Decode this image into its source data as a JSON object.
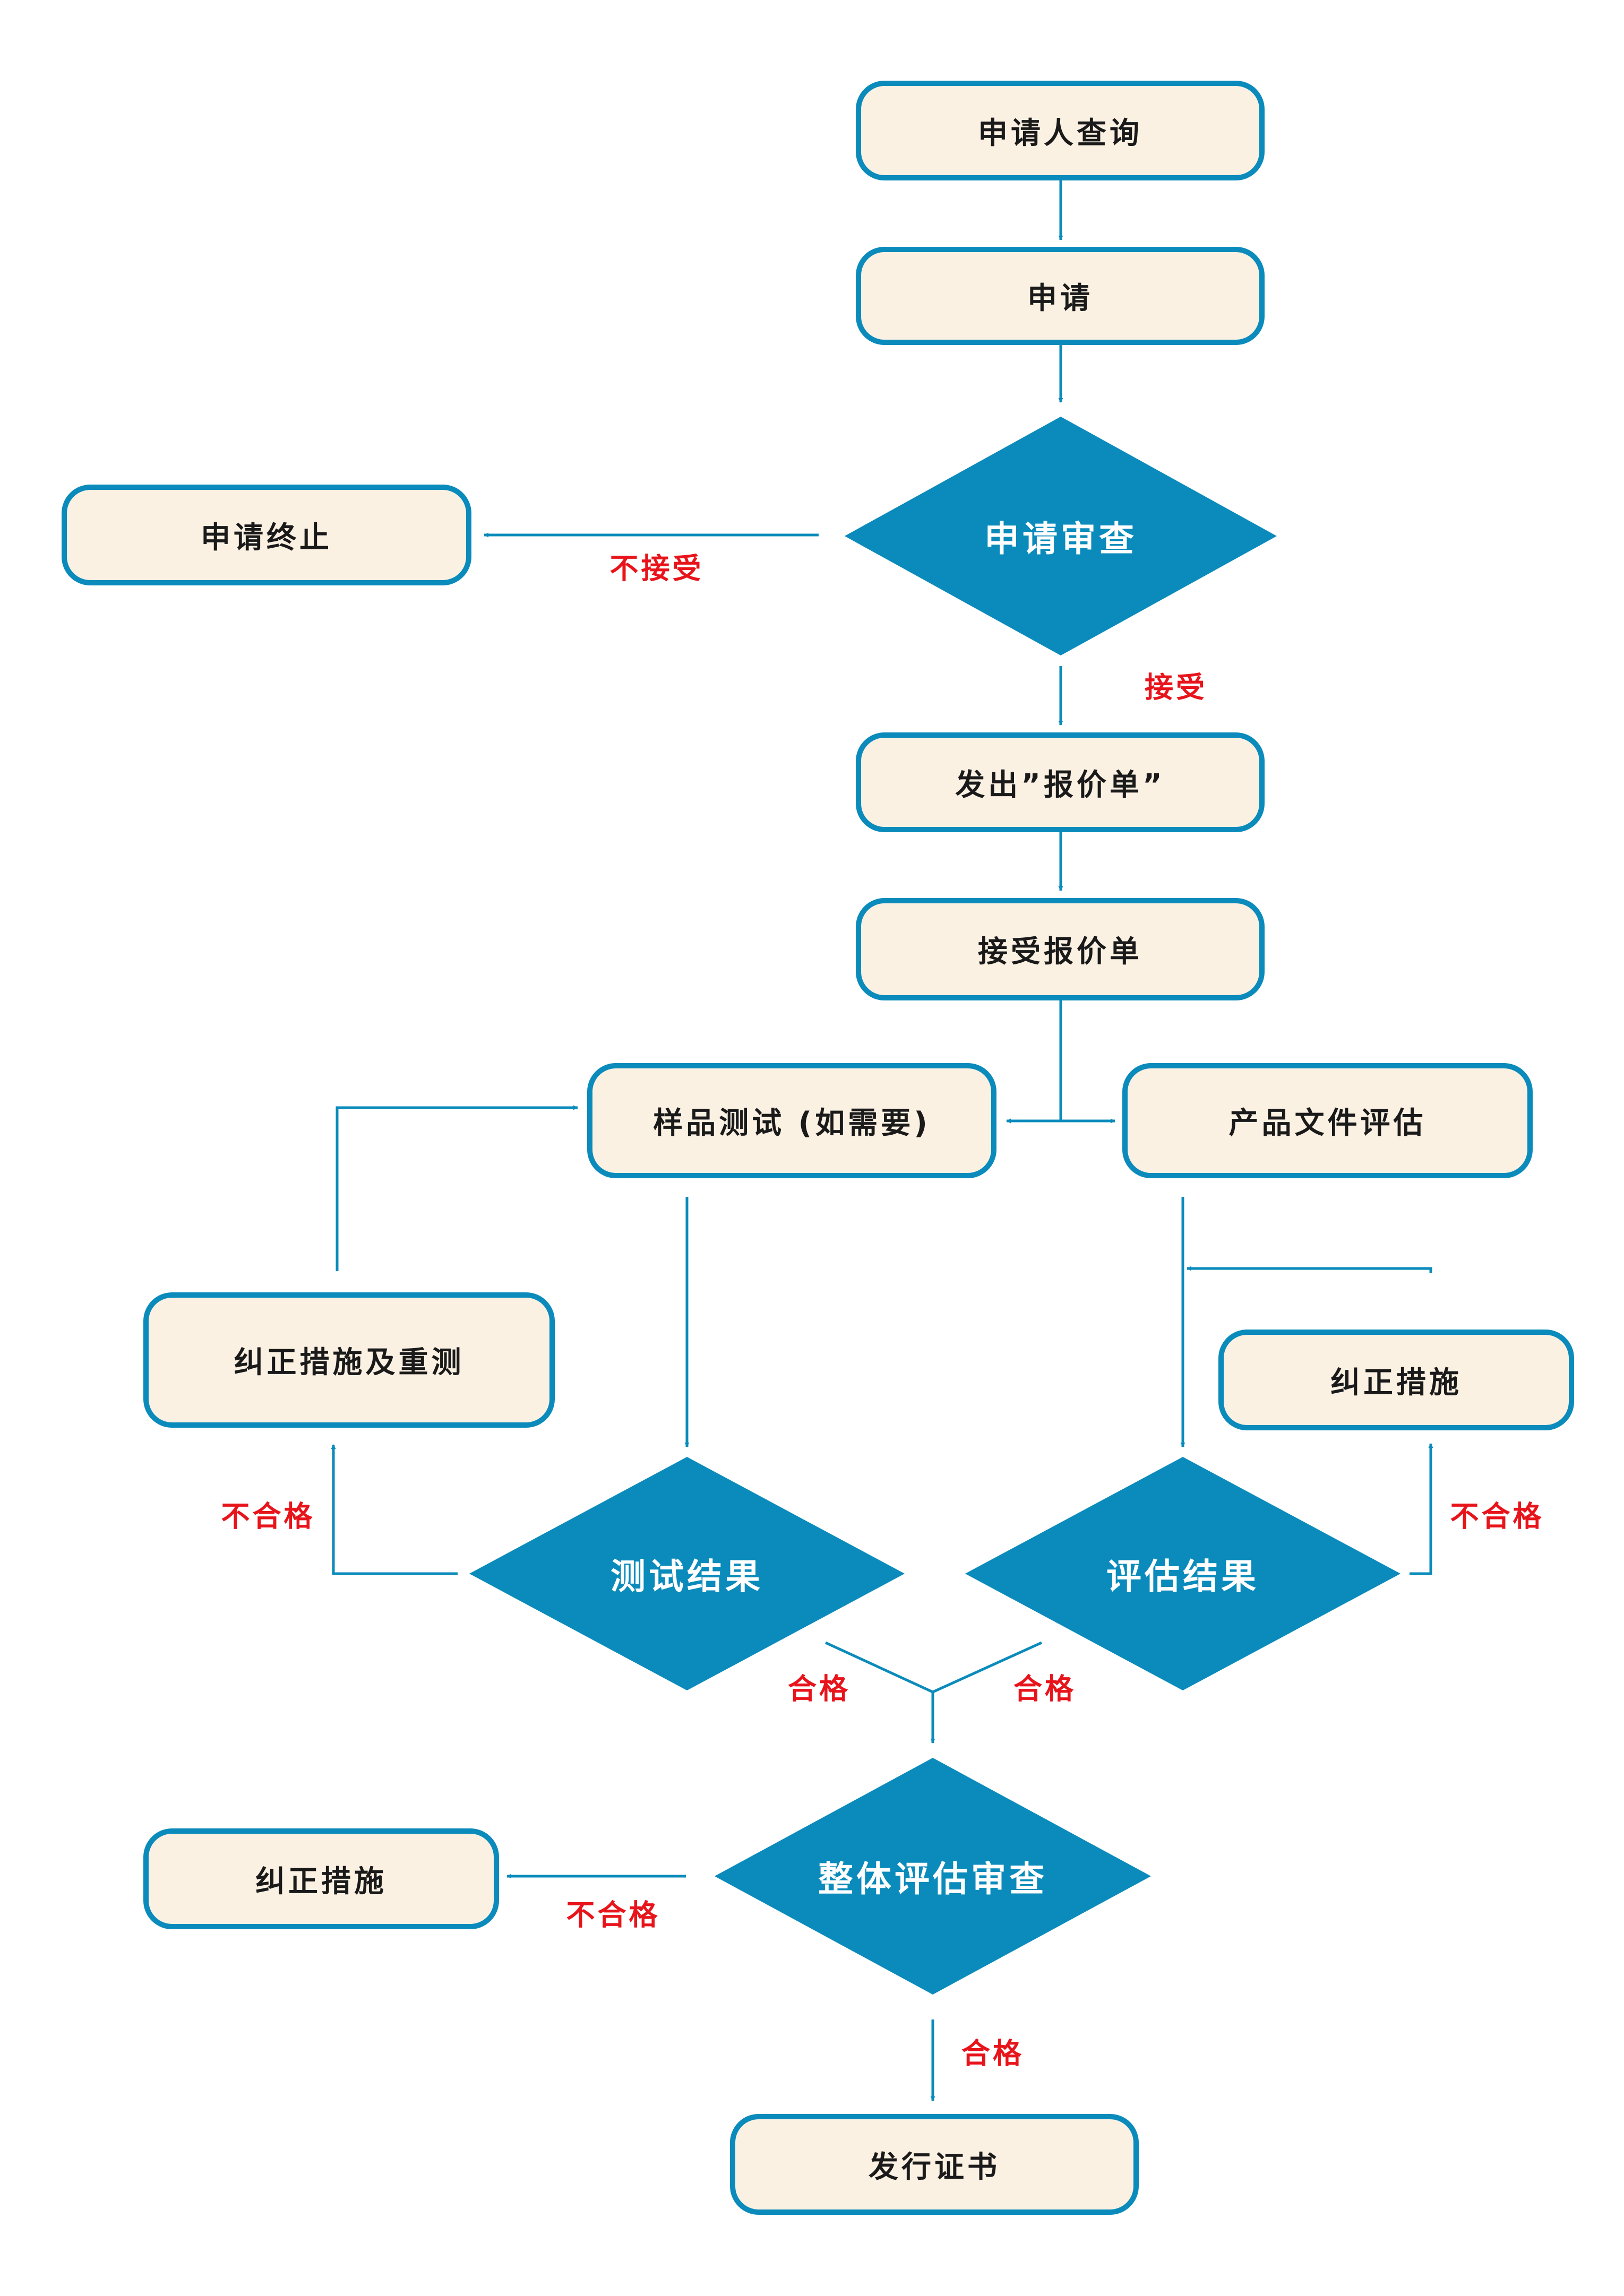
{
  "nodes": {
    "applicant_query": "申请人查询",
    "application": "申请",
    "application_review": "申请审查",
    "application_terminated": "申请终止",
    "issue_quotation": "发出”报价单”",
    "accept_quotation": "接受报价单",
    "sample_testing": "样品测试 (如需要)",
    "product_doc_eval": "产品文件评估",
    "corrective_retest": "纠正措施及重测",
    "corrective_action_right": "纠正措施",
    "test_result": "测试结果",
    "eval_result": "评估结果",
    "overall_review": "整体评估审查",
    "corrective_action_bottom": "纠正措施",
    "issue_certificate": "发行证书"
  },
  "edge_labels": {
    "not_accepted": "不接受",
    "accepted": "接受",
    "fail_left": "不合格",
    "fail_right": "不合格",
    "pass_left": "合格",
    "pass_right": "合格",
    "fail_bottom": "不合格",
    "pass_bottom": "合格"
  },
  "colors": {
    "box_fill": "#fbf1e3",
    "accent": "#0a8bbb",
    "edge_label": "#e8141b"
  }
}
